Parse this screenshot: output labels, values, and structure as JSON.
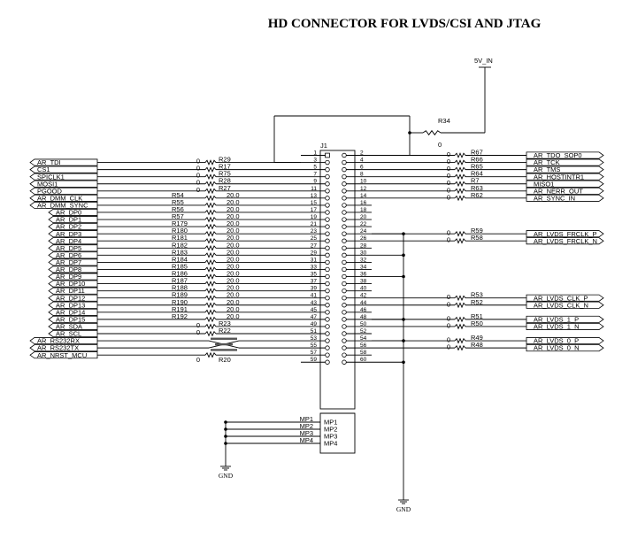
{
  "title": "HD CONNECTOR FOR LVDS/CSI AND JTAG",
  "power": {
    "label": "5V_IN"
  },
  "r34": {
    "ref": "R34",
    "value": "0"
  },
  "connector": {
    "ref": "J1",
    "mp_labels": [
      "MP1",
      "MP2",
      "MP3",
      "MP4"
    ]
  },
  "gnd_label": "GND",
  "left_nets": [
    {
      "row": 2,
      "net": "AR_TDI",
      "res": "R29",
      "val": "0",
      "short": true
    },
    {
      "row": 3,
      "net": "CS1",
      "res": "R17",
      "val": "0",
      "short": true
    },
    {
      "row": 4,
      "net": "SPICLK1",
      "res": "R75",
      "val": "0",
      "short": true
    },
    {
      "row": 5,
      "net": "MOSI1",
      "res": "R28",
      "val": "0",
      "short": true
    },
    {
      "row": 6,
      "net": "PGOOD",
      "res": "R27",
      "val": "0",
      "short": true
    },
    {
      "row": 7,
      "net": "AR_DMM_CLK",
      "res": "R54",
      "val": "20.0"
    },
    {
      "row": 8,
      "net": "AR_DMM_SYNC",
      "res": "R55",
      "val": "20.0"
    },
    {
      "row": 9,
      "net": "AR_DP0",
      "res": "R56",
      "val": "20.0"
    },
    {
      "row": 10,
      "net": "AR_DP1",
      "res": "R57",
      "val": "20.0"
    },
    {
      "row": 11,
      "net": "AR_DP2",
      "res": "R179",
      "val": "20.0"
    },
    {
      "row": 12,
      "net": "AR_DP3",
      "res": "R180",
      "val": "20.0"
    },
    {
      "row": 13,
      "net": "AR_DP4",
      "res": "R181",
      "val": "20.0"
    },
    {
      "row": 14,
      "net": "AR_DP5",
      "res": "R182",
      "val": "20.0"
    },
    {
      "row": 15,
      "net": "AR_DP6",
      "res": "R183",
      "val": "20.0"
    },
    {
      "row": 16,
      "net": "AR_DP7",
      "res": "R184",
      "val": "20.0"
    },
    {
      "row": 17,
      "net": "AR_DP8",
      "res": "R185",
      "val": "20.0"
    },
    {
      "row": 18,
      "net": "AR_DP9",
      "res": "R186",
      "val": "20.0"
    },
    {
      "row": 19,
      "net": "AR_DP10",
      "res": "R187",
      "val": "20.0"
    },
    {
      "row": 20,
      "net": "AR_DP11",
      "res": "R188",
      "val": "20.0"
    },
    {
      "row": 21,
      "net": "AR_DP12",
      "res": "R189",
      "val": "20.0"
    },
    {
      "row": 22,
      "net": "AR_DP13",
      "res": "R190",
      "val": "20.0"
    },
    {
      "row": 23,
      "net": "AR_DP14",
      "res": "R191",
      "val": "20.0"
    },
    {
      "row": 24,
      "net": "AR_DP15",
      "res": "R192",
      "val": "20.0"
    },
    {
      "row": 25,
      "net": "AR_SDA",
      "res": "R23",
      "val": "0",
      "short": true
    },
    {
      "row": 26,
      "net": "AR_SCL",
      "res": "R22",
      "val": "0",
      "short": true
    },
    {
      "row": 27,
      "net": "AR_RS232RX",
      "cross": true
    },
    {
      "row": 28,
      "net": "AR_RS232TX",
      "cross": true
    },
    {
      "row": 29,
      "net": "AR_NRST_MCU",
      "res": "R20",
      "val": "0",
      "short": true
    }
  ],
  "right_nets": [
    {
      "row": 1,
      "net": "AR_TDO_SOP0",
      "res": "R67",
      "val": "0"
    },
    {
      "row": 2,
      "net": "AR_TCK",
      "res": "R66",
      "val": "0"
    },
    {
      "row": 3,
      "net": "AR_TMS",
      "res": "R65",
      "val": "0"
    },
    {
      "row": 4,
      "net": "AR_HOSTINTR1",
      "res": "R64",
      "val": "0"
    },
    {
      "row": 5,
      "net": "MISO1",
      "res": "R7",
      "val": "0"
    },
    {
      "row": 6,
      "net": "AR_NERR_OUT",
      "res": "R63",
      "val": "0"
    },
    {
      "row": 7,
      "net": "AR_SYNC_IN",
      "res": "R62",
      "val": "0"
    },
    {
      "row": 12,
      "net": "AR_LVDS_FRCLK_P",
      "res": "R59",
      "val": "0"
    },
    {
      "row": 13,
      "net": "AR_LVDS_FRCLK_N",
      "res": "R58",
      "val": "0"
    },
    {
      "row": 21,
      "net": "AR_LVDS_CLK_P",
      "res": "R53",
      "val": "0"
    },
    {
      "row": 22,
      "net": "AR_LVDS_CLK_N",
      "res": "R52",
      "val": "0"
    },
    {
      "row": 24,
      "net": "AR_LVDS_1_P",
      "res": "R51",
      "val": "0"
    },
    {
      "row": 25,
      "net": "AR_LVDS_1_N",
      "res": "R50",
      "val": "0"
    },
    {
      "row": 27,
      "net": "AR_LVDS_0_P",
      "res": "R49",
      "val": "0"
    },
    {
      "row": 28,
      "net": "AR_LVDS_0_N",
      "res": "R48",
      "val": "0"
    }
  ]
}
